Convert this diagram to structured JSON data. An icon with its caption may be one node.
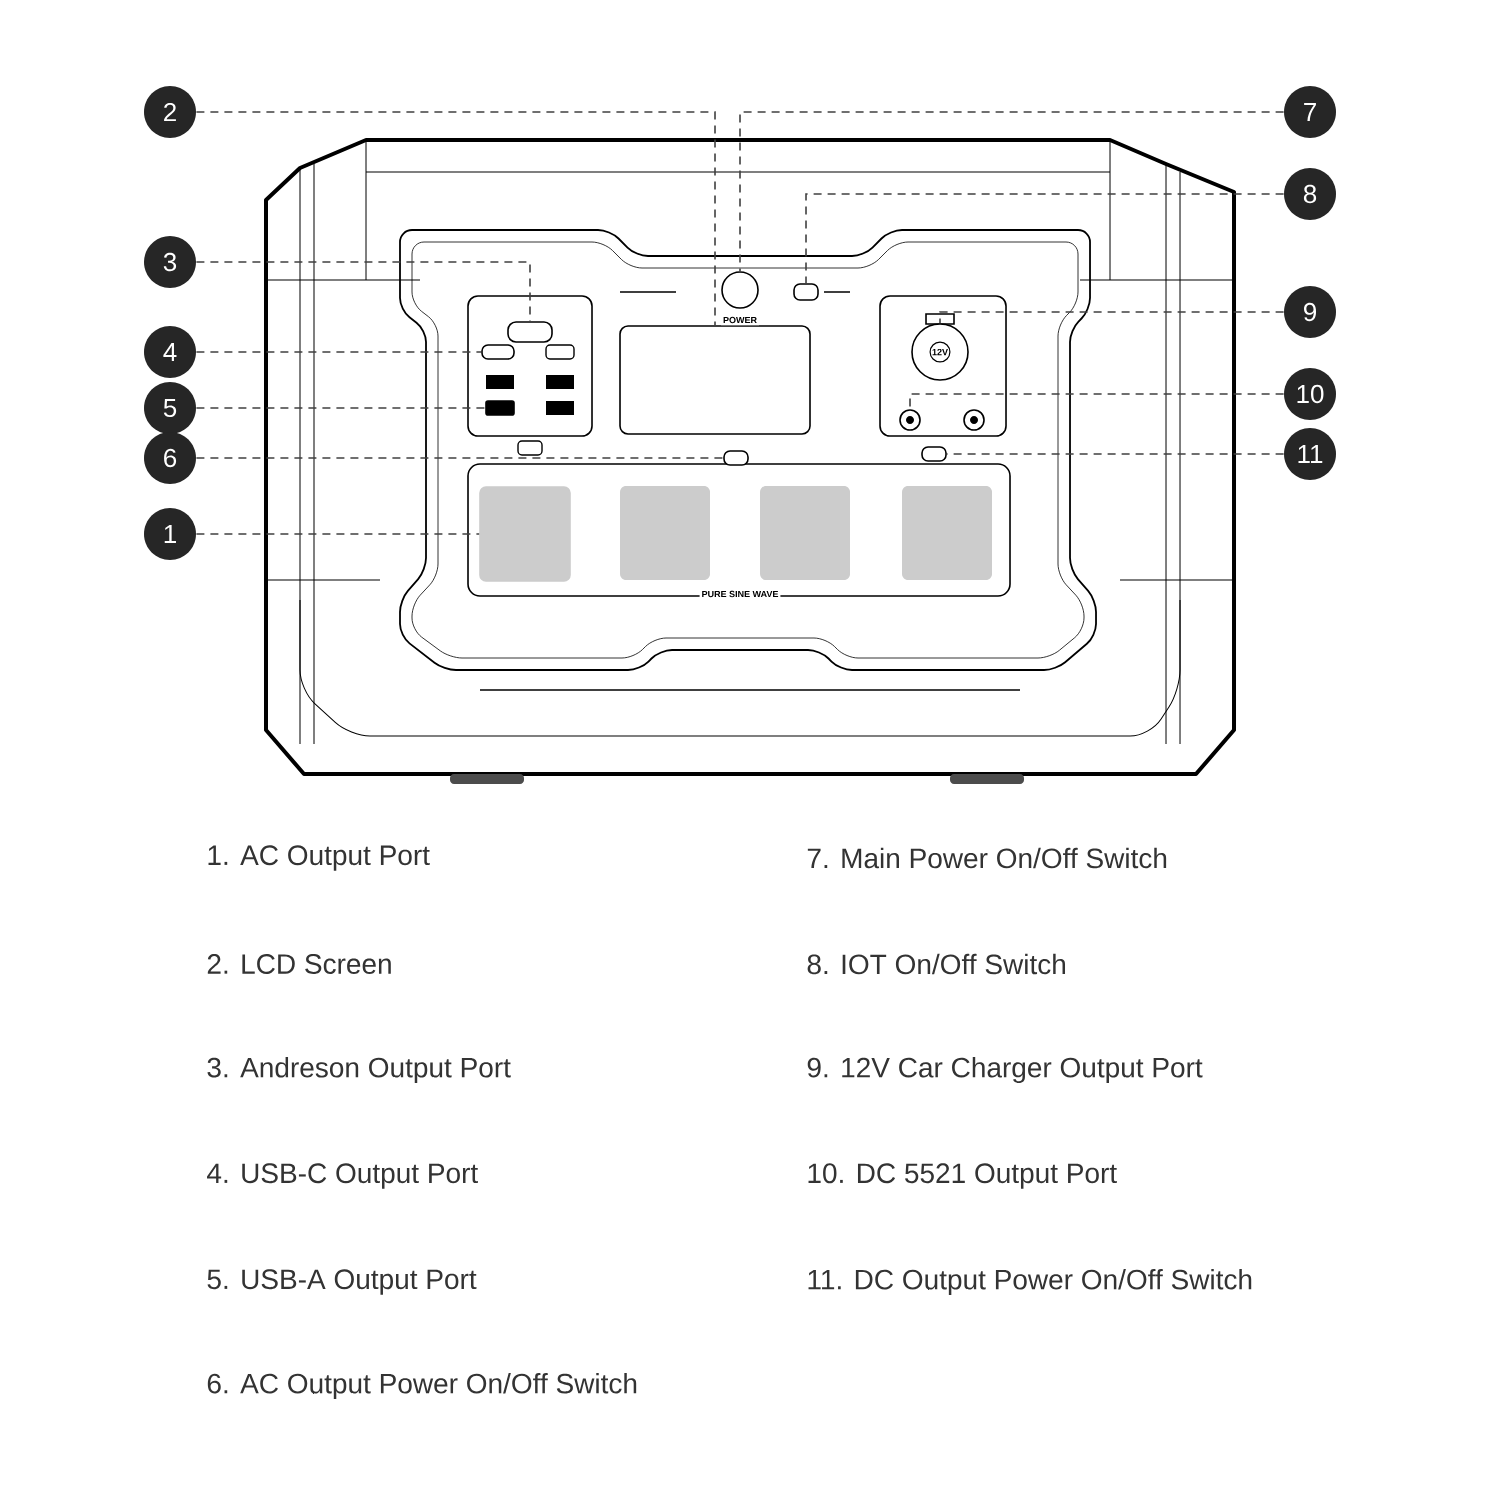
{
  "diagram": {
    "nodes": [
      {
        "text": [
          "1"
        ]
      },
      {
        "text": [
          "2"
        ]
      },
      {
        "text": [
          "3"
        ]
      },
      {
        "text": [
          "4"
        ]
      },
      {
        "text": [
          "5"
        ]
      },
      {
        "text": [
          "6"
        ]
      },
      {
        "text": [
          "7"
        ]
      },
      {
        "text": [
          "8"
        ]
      },
      {
        "text": [
          "9"
        ]
      },
      {
        "text": [
          "10"
        ]
      },
      {
        "text": [
          "11"
        ]
      },
      {
        "text": [],
        "shape": "box"
      },
      {
        "text": [],
        "shape": "box"
      },
      {
        "text": [],
        "shape": "box"
      },
      {
        "text": [],
        "shape": "box"
      },
      {
        "text": [],
        "shape": "box"
      },
      {
        "text": [],
        "shape": "box"
      },
      {
        "text": [],
        "shape": "circle"
      },
      {
        "text": [],
        "shape": "box"
      },
      {
        "text": [],
        "shape": "circle"
      },
      {
        "text": [],
        "shape": "circle"
      },
      {
        "text": [],
        "shape": "box"
      }
    ],
    "edges": [
      {
        "from": 0,
        "to": 11,
        "arrow": "none"
      },
      {
        "from": 1,
        "to": 12,
        "arrow": "none"
      },
      {
        "from": 2,
        "to": 13,
        "arrow": "none"
      },
      {
        "from": 3,
        "to": 14,
        "arrow": "none"
      },
      {
        "from": 4,
        "to": 15,
        "arrow": "none"
      },
      {
        "from": 5,
        "to": 16,
        "arrow": "none"
      },
      {
        "from": 6,
        "to": 17,
        "arrow": "none"
      },
      {
        "from": 7,
        "to": 18,
        "arrow": "none"
      },
      {
        "from": 8,
        "to": 19,
        "arrow": "none"
      },
      {
        "from": 9,
        "to": 20,
        "arrow": "none"
      },
      {
        "from": 10,
        "to": 21,
        "arrow": "none"
      }
    ],
    "labels": [
      "POWER",
      "12V",
      "PURE SINE WAVE",
      "1. AC Output Port",
      "7. Main Power On/Off Switch",
      "2. LCD Screen",
      "8. IOT On/Off Switch",
      "3. Andreson Output Port",
      "9. 12V Car Charger Output Port",
      "4. USB-C Output Port",
      "10. DC 5521 Output Port",
      "5. USB-A Output Port",
      "11. DC Output Power On/Off Switch",
      "6. AC Output Power On/Off Switch"
    ]
  }
}
